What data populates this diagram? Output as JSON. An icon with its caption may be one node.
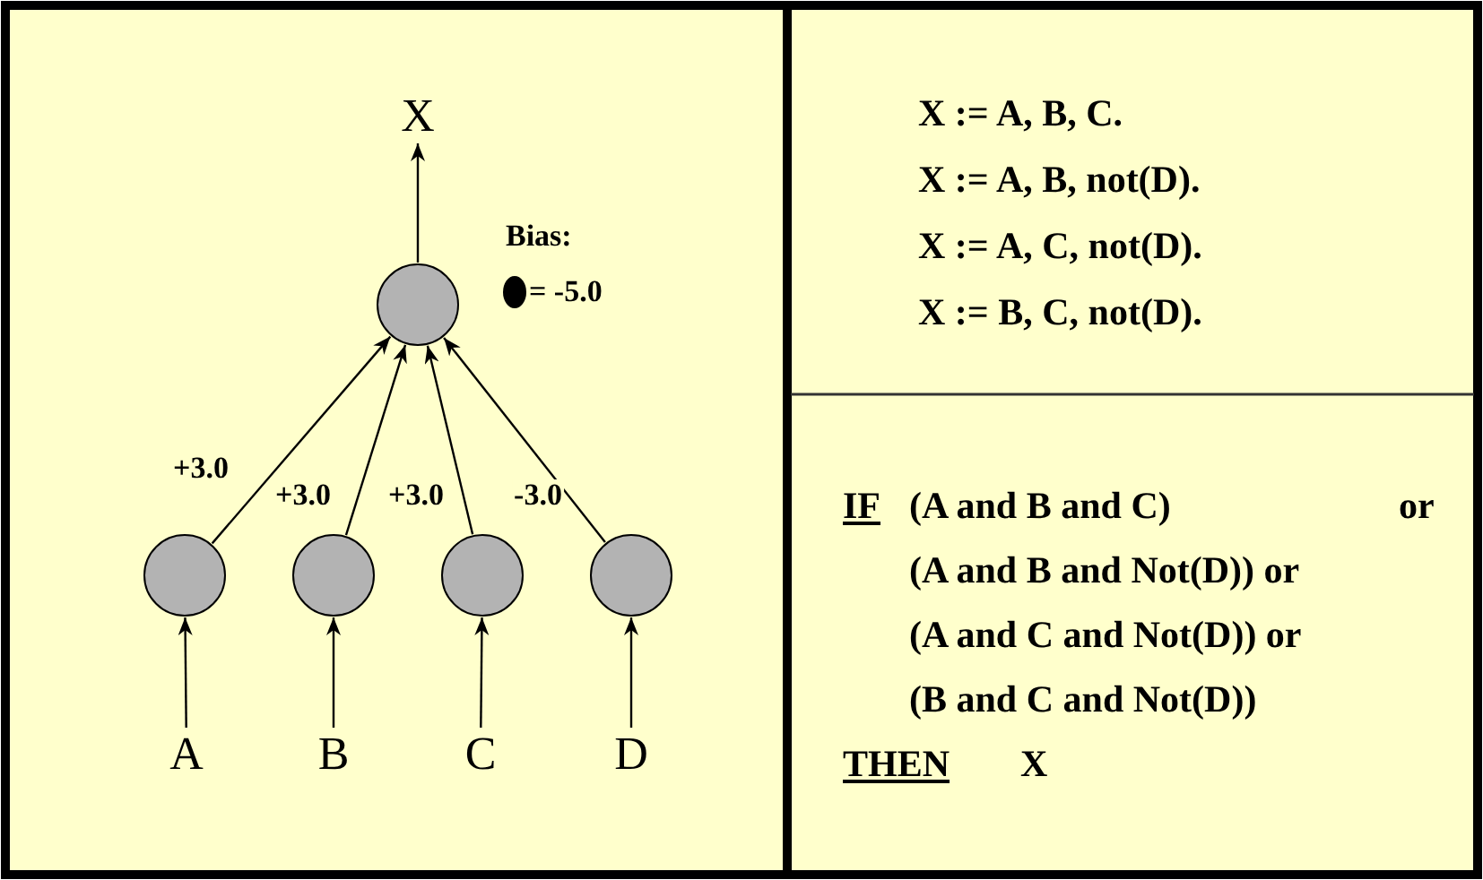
{
  "diagram": {
    "nodes": [
      {
        "text": [
          "X"
        ]
      },
      {
        "text": [],
        "shape": "circle"
      },
      {
        "text": [],
        "shape": "circle"
      },
      {
        "text": [],
        "shape": "circle"
      },
      {
        "text": [],
        "shape": "circle"
      },
      {
        "text": [],
        "shape": "circle"
      },
      {
        "text": [
          "A"
        ]
      },
      {
        "text": [
          "B"
        ]
      },
      {
        "text": [
          "C"
        ]
      },
      {
        "text": [
          "D"
        ]
      }
    ],
    "edges": [
      {
        "from": 1,
        "to": 0,
        "arrow": "to"
      },
      {
        "from": 2,
        "to": 1,
        "arrow": "to",
        "label": "+3.0"
      },
      {
        "from": 3,
        "to": 1,
        "arrow": "to",
        "label": "+3.0"
      },
      {
        "from": 4,
        "to": 1,
        "arrow": "to",
        "label": "+3.0"
      },
      {
        "from": 5,
        "to": 1,
        "arrow": "to",
        "label": "-3.0"
      },
      {
        "from": 6,
        "to": 2,
        "arrow": "to"
      },
      {
        "from": 7,
        "to": 3,
        "arrow": "to"
      },
      {
        "from": 8,
        "to": 4,
        "arrow": "to"
      },
      {
        "from": 9,
        "to": 5,
        "arrow": "to"
      }
    ],
    "labels": [
      "Bias:",
      "= -5.0",
      "X := A, B, C.",
      "X := A, B, not(D).",
      "X := A, C, not(D).",
      "X := B, C, not(D).",
      "IF",
      "(A and B and C)",
      "or",
      "(A and B and Not(D)) or",
      "(A and C and Not(D)) or",
      "(B and C and Not(D))",
      "THEN",
      "X"
    ]
  }
}
